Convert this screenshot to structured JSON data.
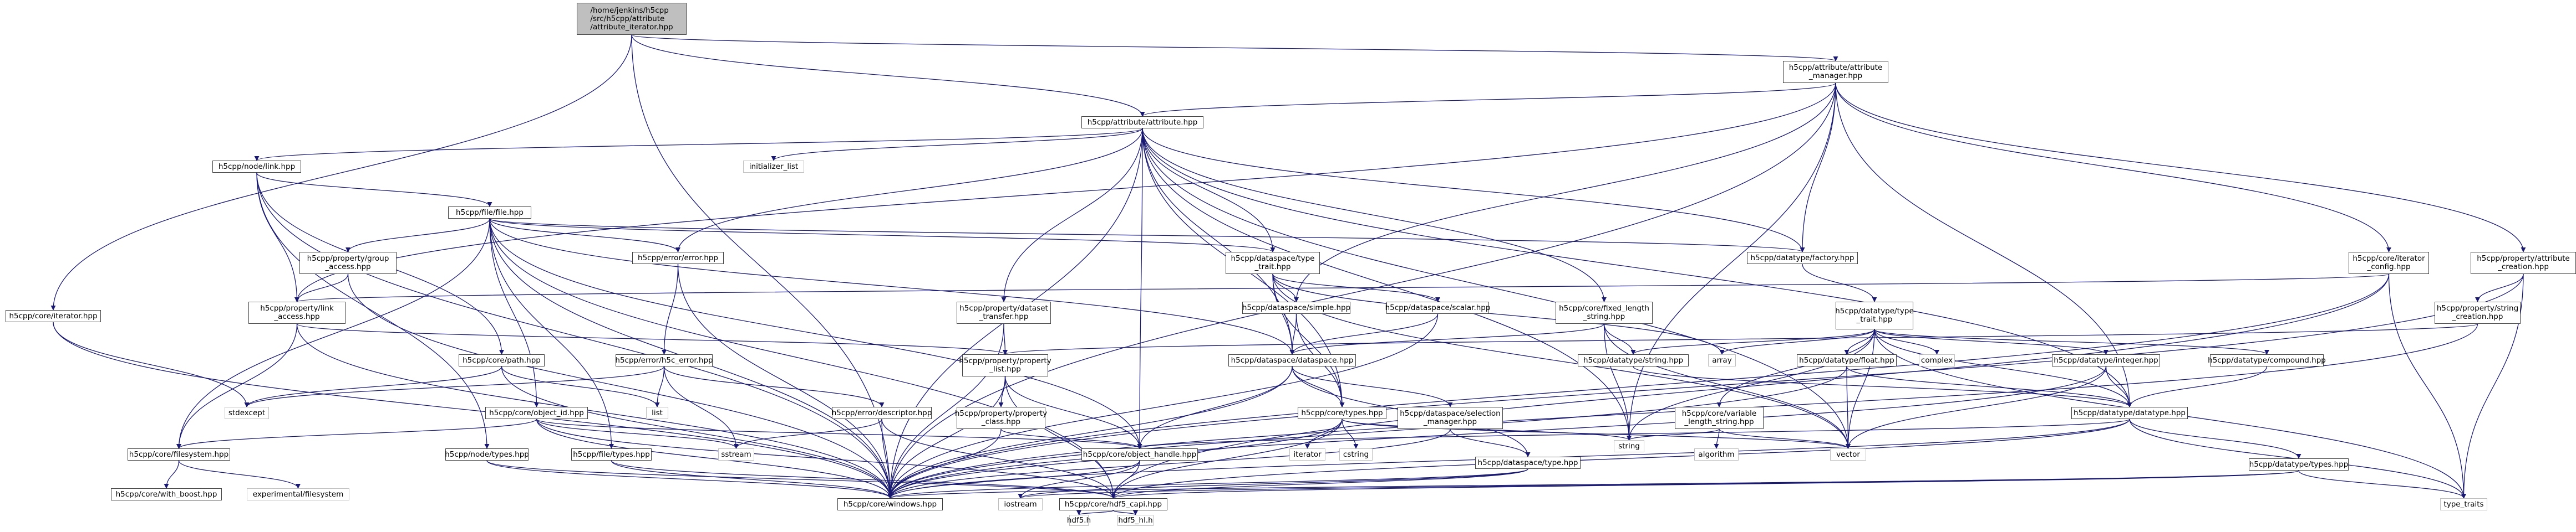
{
  "diagram": {
    "type": "include-dependency-graph",
    "edge_color": "#191970",
    "nodes": [
      {
        "id": "root",
        "label": "/home/jenkins/h5cpp\n/src/h5cpp/attribute\n/attribute_iterator.hpp",
        "kind": "root"
      },
      {
        "id": "attr_mgr",
        "label": "h5cpp/attribute/attribute\n_manager.hpp",
        "kind": "local"
      },
      {
        "id": "attr",
        "label": "h5cpp/attribute/attribute.hpp",
        "kind": "local"
      },
      {
        "id": "core_iter",
        "label": "h5cpp/core/iterator.hpp",
        "kind": "local"
      },
      {
        "id": "link",
        "label": "h5cpp/node/link.hpp",
        "kind": "local"
      },
      {
        "id": "init_list",
        "label": "initializer_list",
        "kind": "sys"
      },
      {
        "id": "file",
        "label": "h5cpp/file/file.hpp",
        "kind": "local"
      },
      {
        "id": "group_access",
        "label": "h5cpp/property/group\n_access.hpp",
        "kind": "local"
      },
      {
        "id": "link_access",
        "label": "h5cpp/property/link\n_access.hpp",
        "kind": "local"
      },
      {
        "id": "error",
        "label": "h5cpp/error/error.hpp",
        "kind": "local"
      },
      {
        "id": "ds_type_trait",
        "label": "h5cpp/dataspace/type\n_trait.hpp",
        "kind": "local"
      },
      {
        "id": "dt_factory",
        "label": "h5cpp/datatype/factory.hpp",
        "kind": "local"
      },
      {
        "id": "iter_config",
        "label": "h5cpp/core/iterator\n_config.hpp",
        "kind": "local"
      },
      {
        "id": "attr_creation",
        "label": "h5cpp/property/attribute\n_creation.hpp",
        "kind": "local"
      },
      {
        "id": "ds_simple",
        "label": "h5cpp/dataspace/simple.hpp",
        "kind": "local"
      },
      {
        "id": "ds_scalar",
        "label": "h5cpp/dataspace/scalar.hpp",
        "kind": "local"
      },
      {
        "id": "fixed_len",
        "label": "h5cpp/core/fixed_length\n_string.hpp",
        "kind": "local"
      },
      {
        "id": "dt_type_trait",
        "label": "h5cpp/datatype/type\n_trait.hpp",
        "kind": "local"
      },
      {
        "id": "prop_string",
        "label": "h5cpp/property/string\n_creation.hpp",
        "kind": "local"
      },
      {
        "id": "dataset_transfer",
        "label": "h5cpp/property/dataset\n_transfer.hpp",
        "kind": "local"
      },
      {
        "id": "core_path",
        "label": "h5cpp/core/path.hpp",
        "kind": "local"
      },
      {
        "id": "h5c_error",
        "label": "h5cpp/error/h5c_error.hpp",
        "kind": "local"
      },
      {
        "id": "prop_list",
        "label": "h5cpp/property/property\n_list.hpp",
        "kind": "local"
      },
      {
        "id": "dataspace",
        "label": "h5cpp/dataspace/dataspace.hpp",
        "kind": "local"
      },
      {
        "id": "dt_string",
        "label": "h5cpp/datatype/string.hpp",
        "kind": "local"
      },
      {
        "id": "array",
        "label": "array",
        "kind": "sys"
      },
      {
        "id": "dt_float",
        "label": "h5cpp/datatype/float.hpp",
        "kind": "local"
      },
      {
        "id": "complex",
        "label": "complex",
        "kind": "sys"
      },
      {
        "id": "dt_integer",
        "label": "h5cpp/datatype/integer.hpp",
        "kind": "local"
      },
      {
        "id": "dt_compound",
        "label": "h5cpp/datatype/compound.hpp",
        "kind": "local"
      },
      {
        "id": "stdexcept",
        "label": "stdexcept",
        "kind": "sys"
      },
      {
        "id": "list",
        "label": "list",
        "kind": "sys"
      },
      {
        "id": "object_id",
        "label": "h5cpp/core/object_id.hpp",
        "kind": "local"
      },
      {
        "id": "err_desc",
        "label": "h5cpp/error/descriptor.hpp",
        "kind": "local"
      },
      {
        "id": "prop_class",
        "label": "h5cpp/property/property\n_class.hpp",
        "kind": "local"
      },
      {
        "id": "core_types",
        "label": "h5cpp/core/types.hpp",
        "kind": "local"
      },
      {
        "id": "ds_selection",
        "label": "h5cpp/dataspace/selection\n_manager.hpp",
        "kind": "local"
      },
      {
        "id": "var_len",
        "label": "h5cpp/core/variable\n_length_string.hpp",
        "kind": "local"
      },
      {
        "id": "dt_datatype",
        "label": "h5cpp/datatype/datatype.hpp",
        "kind": "local"
      },
      {
        "id": "core_fs",
        "label": "h5cpp/core/filesystem.hpp",
        "kind": "local"
      },
      {
        "id": "node_types",
        "label": "h5cpp/node/types.hpp",
        "kind": "local"
      },
      {
        "id": "file_types",
        "label": "h5cpp/file/types.hpp",
        "kind": "local"
      },
      {
        "id": "sstream",
        "label": "sstream",
        "kind": "sys"
      },
      {
        "id": "obj_handle",
        "label": "h5cpp/core/object_handle.hpp",
        "kind": "local"
      },
      {
        "id": "iterator",
        "label": "iterator",
        "kind": "sys"
      },
      {
        "id": "cstring",
        "label": "cstring",
        "kind": "sys"
      },
      {
        "id": "string",
        "label": "string",
        "kind": "sys"
      },
      {
        "id": "algorithm",
        "label": "algorithm",
        "kind": "sys"
      },
      {
        "id": "vector",
        "label": "vector",
        "kind": "sys"
      },
      {
        "id": "ds_type",
        "label": "h5cpp/dataspace/type.hpp",
        "kind": "local"
      },
      {
        "id": "dt_types",
        "label": "h5cpp/datatype/types.hpp",
        "kind": "local"
      },
      {
        "id": "with_boost",
        "label": "h5cpp/core/with_boost.hpp",
        "kind": "local"
      },
      {
        "id": "exp_fs",
        "label": "experimental/filesystem",
        "kind": "sys"
      },
      {
        "id": "windows",
        "label": "h5cpp/core/windows.hpp",
        "kind": "local"
      },
      {
        "id": "iostream",
        "label": "iostream",
        "kind": "sys"
      },
      {
        "id": "hdf5_capi",
        "label": "h5cpp/core/hdf5_capi.hpp",
        "kind": "local"
      },
      {
        "id": "type_traits",
        "label": "type_traits",
        "kind": "sys"
      },
      {
        "id": "hdf5_h",
        "label": "hdf5.h",
        "kind": "sys"
      },
      {
        "id": "hdf5_hl_h",
        "label": "hdf5_hl.h",
        "kind": "sys"
      }
    ],
    "edges": [
      [
        "root",
        "attr_mgr"
      ],
      [
        "root",
        "attr"
      ],
      [
        "root",
        "core_iter"
      ],
      [
        "root",
        "windows"
      ],
      [
        "attr_mgr",
        "attr"
      ],
      [
        "attr_mgr",
        "dt_factory"
      ],
      [
        "attr_mgr",
        "iter_config"
      ],
      [
        "attr_mgr",
        "attr_creation"
      ],
      [
        "attr_mgr",
        "link_access"
      ],
      [
        "attr_mgr",
        "ds_simple"
      ],
      [
        "attr_mgr",
        "string"
      ],
      [
        "attr_mgr",
        "windows"
      ],
      [
        "attr_mgr",
        "dt_datatype"
      ],
      [
        "attr",
        "link"
      ],
      [
        "attr",
        "init_list"
      ],
      [
        "attr",
        "error"
      ],
      [
        "attr",
        "ds_type_trait"
      ],
      [
        "attr",
        "dt_factory"
      ],
      [
        "attr",
        "dataset_transfer"
      ],
      [
        "attr",
        "fixed_len"
      ],
      [
        "attr",
        "dataspace"
      ],
      [
        "attr",
        "core_types"
      ],
      [
        "attr",
        "obj_handle"
      ],
      [
        "attr",
        "windows"
      ],
      [
        "attr",
        "vector"
      ],
      [
        "attr",
        "string"
      ],
      [
        "attr",
        "dt_datatype"
      ],
      [
        "core_iter",
        "stdexcept"
      ],
      [
        "core_iter",
        "windows"
      ],
      [
        "link",
        "file"
      ],
      [
        "link",
        "link_access"
      ],
      [
        "link",
        "core_path"
      ],
      [
        "link",
        "node_types"
      ],
      [
        "link",
        "windows"
      ],
      [
        "file",
        "group_access"
      ],
      [
        "file",
        "error"
      ],
      [
        "file",
        "ds_type_trait"
      ],
      [
        "file",
        "dt_factory"
      ],
      [
        "file",
        "dataspace"
      ],
      [
        "file",
        "object_id"
      ],
      [
        "file",
        "file_types"
      ],
      [
        "file",
        "obj_handle"
      ],
      [
        "file",
        "core_fs"
      ],
      [
        "file",
        "windows"
      ],
      [
        "file",
        "hdf5_capi"
      ],
      [
        "group_access",
        "link_access"
      ],
      [
        "group_access",
        "windows"
      ],
      [
        "link_access",
        "prop_list"
      ],
      [
        "link_access",
        "core_fs"
      ],
      [
        "link_access",
        "windows"
      ],
      [
        "error",
        "h5c_error"
      ],
      [
        "error",
        "windows"
      ],
      [
        "ds_type_trait",
        "ds_simple"
      ],
      [
        "ds_type_trait",
        "ds_scalar"
      ],
      [
        "ds_type_trait",
        "dataspace"
      ],
      [
        "ds_type_trait",
        "array"
      ],
      [
        "ds_type_trait",
        "vector"
      ],
      [
        "ds_type_trait",
        "core_types"
      ],
      [
        "dt_factory",
        "dt_type_trait"
      ],
      [
        "iter_config",
        "link_access"
      ],
      [
        "iter_config",
        "windows"
      ],
      [
        "iter_config",
        "hdf5_capi"
      ],
      [
        "iter_config",
        "type_traits"
      ],
      [
        "attr_creation",
        "prop_string"
      ],
      [
        "attr_creation",
        "windows"
      ],
      [
        "attr_creation",
        "type_traits"
      ],
      [
        "ds_simple",
        "dataspace"
      ],
      [
        "ds_simple",
        "core_types"
      ],
      [
        "ds_scalar",
        "dataspace"
      ],
      [
        "ds_scalar",
        "windows"
      ],
      [
        "fixed_len",
        "dt_string"
      ],
      [
        "fixed_len",
        "vector"
      ],
      [
        "fixed_len",
        "string"
      ],
      [
        "fixed_len",
        "dataspace"
      ],
      [
        "dt_type_trait",
        "dt_string"
      ],
      [
        "dt_type_trait",
        "array"
      ],
      [
        "dt_type_trait",
        "dt_float"
      ],
      [
        "dt_type_trait",
        "complex"
      ],
      [
        "dt_type_trait",
        "dt_integer"
      ],
      [
        "dt_type_trait",
        "dt_compound"
      ],
      [
        "dt_type_trait",
        "var_len"
      ],
      [
        "dt_type_trait",
        "vector"
      ],
      [
        "dt_type_trait",
        "string"
      ],
      [
        "dt_type_trait",
        "type_traits"
      ],
      [
        "dt_type_trait",
        "dt_datatype"
      ],
      [
        "prop_string",
        "prop_list"
      ],
      [
        "prop_string",
        "windows"
      ],
      [
        "dataset_transfer",
        "prop_list"
      ],
      [
        "dataset_transfer",
        "windows"
      ],
      [
        "core_path",
        "stdexcept"
      ],
      [
        "core_path",
        "list"
      ],
      [
        "core_path",
        "windows"
      ],
      [
        "h5c_error",
        "list"
      ],
      [
        "h5c_error",
        "sstream"
      ],
      [
        "h5c_error",
        "err_desc"
      ],
      [
        "h5c_error",
        "stdexcept"
      ],
      [
        "prop_list",
        "prop_class"
      ],
      [
        "prop_list",
        "obj_handle"
      ],
      [
        "prop_list",
        "windows"
      ],
      [
        "prop_list",
        "hdf5_capi"
      ],
      [
        "dataspace",
        "core_types"
      ],
      [
        "dataspace",
        "ds_selection"
      ],
      [
        "dataspace",
        "obj_handle"
      ],
      [
        "dataspace",
        "windows"
      ],
      [
        "dataspace",
        "ds_type"
      ],
      [
        "dt_string",
        "dt_datatype"
      ],
      [
        "dt_float",
        "dt_datatype"
      ],
      [
        "dt_float",
        "windows"
      ],
      [
        "dt_float",
        "vector"
      ],
      [
        "dt_integer",
        "dt_datatype"
      ],
      [
        "dt_integer",
        "windows"
      ],
      [
        "dt_integer",
        "vector"
      ],
      [
        "dt_compound",
        "dt_datatype"
      ],
      [
        "object_id",
        "obj_handle"
      ],
      [
        "object_id",
        "windows"
      ],
      [
        "object_id",
        "sstream"
      ],
      [
        "object_id",
        "core_fs"
      ],
      [
        "object_id",
        "hdf5_capi"
      ],
      [
        "err_desc",
        "windows"
      ],
      [
        "err_desc",
        "hdf5_capi"
      ],
      [
        "err_desc",
        "sstream"
      ],
      [
        "prop_class",
        "obj_handle"
      ],
      [
        "prop_class",
        "windows"
      ],
      [
        "core_types",
        "iterator"
      ],
      [
        "core_types",
        "cstring"
      ],
      [
        "core_types",
        "vector"
      ],
      [
        "core_types",
        "string"
      ],
      [
        "core_types",
        "windows"
      ],
      [
        "core_types",
        "hdf5_capi"
      ],
      [
        "ds_selection",
        "ds_type"
      ],
      [
        "ds_selection",
        "windows"
      ],
      [
        "var_len",
        "string"
      ],
      [
        "var_len",
        "algorithm"
      ],
      [
        "var_len",
        "vector"
      ],
      [
        "dt_datatype",
        "dt_types"
      ],
      [
        "dt_datatype",
        "obj_handle"
      ],
      [
        "dt_datatype",
        "windows"
      ],
      [
        "dt_datatype",
        "hdf5_capi"
      ],
      [
        "dt_datatype",
        "type_traits"
      ],
      [
        "core_fs",
        "with_boost"
      ],
      [
        "core_fs",
        "exp_fs"
      ],
      [
        "node_types",
        "windows"
      ],
      [
        "node_types",
        "hdf5_capi"
      ],
      [
        "file_types",
        "windows"
      ],
      [
        "file_types",
        "hdf5_capi"
      ],
      [
        "obj_handle",
        "windows"
      ],
      [
        "obj_handle",
        "iostream"
      ],
      [
        "obj_handle",
        "hdf5_capi"
      ],
      [
        "ds_type",
        "windows"
      ],
      [
        "ds_type",
        "iostream"
      ],
      [
        "ds_type",
        "hdf5_capi"
      ],
      [
        "dt_types",
        "windows"
      ],
      [
        "dt_types",
        "iostream"
      ],
      [
        "dt_types",
        "type_traits"
      ],
      [
        "dt_types",
        "hdf5_capi"
      ],
      [
        "hdf5_capi",
        "hdf5_h"
      ],
      [
        "hdf5_capi",
        "hdf5_hl_h"
      ]
    ]
  }
}
